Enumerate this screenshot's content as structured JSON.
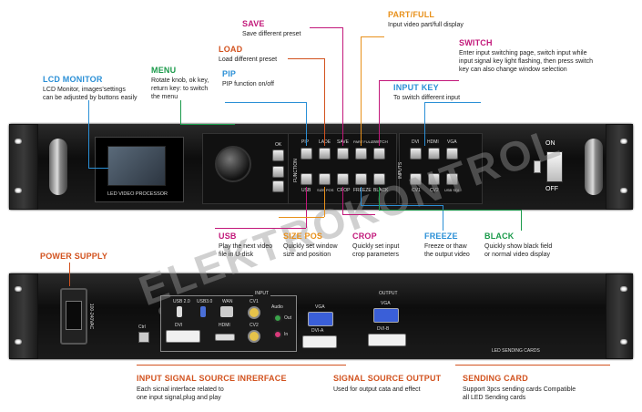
{
  "labels": {
    "lcd_monitor": {
      "title": "LCD MONITOR",
      "desc1": "LCD Monitor, images'settings",
      "desc2": "can be adjusted by buttons easily",
      "color": "#2a8fd6"
    },
    "menu": {
      "title": "MENU",
      "desc1": "Rotate knob, ok key,",
      "desc2": "return key: to switch",
      "desc3": "the menu",
      "color": "#1a9a4a"
    },
    "pip": {
      "title": "PIP",
      "desc1": "PIP function on/off",
      "color": "#2a8fd6"
    },
    "load": {
      "title": "LOAD",
      "desc1": "Load different preset",
      "color": "#d2521e"
    },
    "save": {
      "title": "SAVE",
      "desc1": "Save different preset",
      "color": "#c2187a"
    },
    "part_full": {
      "title": "PART/FULL",
      "desc1": "Input video part/full display",
      "color": "#e8901a"
    },
    "switch": {
      "title": "SWITCH",
      "desc1": "Enter input switching page,  switch input while",
      "desc2": "input signal key light flashing, then press switch",
      "desc3": "key can also change window selection",
      "color": "#c2187a"
    },
    "input_key": {
      "title": "INPUT KEY",
      "desc1": "To switch different input",
      "color": "#2a8fd6"
    },
    "usb": {
      "title": "USB",
      "desc1": "Play the next video",
      "desc2": "file in U-disk",
      "color": "#c2187a"
    },
    "size_pos": {
      "title": "SIZE POS",
      "desc1": "Quickly set window",
      "desc2": "size and position",
      "color": "#e8901a"
    },
    "crop": {
      "title": "CROP",
      "desc1": "Quickly set input",
      "desc2": "crop parameters",
      "color": "#c2187a"
    },
    "freeze": {
      "title": "FREEZE",
      "desc1": "Freeze or thaw",
      "desc2": "the output video",
      "color": "#2a8fd6"
    },
    "black": {
      "title": "BLACK",
      "desc1": "Quickly show black field",
      "desc2": "or normal video display",
      "color": "#1a9a4a"
    },
    "power_supply": {
      "title": "POWER SUPPLY",
      "color": "#d2521e"
    },
    "input_signal": {
      "title": "INPUT SIGNAL SOURCE INRERFACE",
      "desc1": "Each sicnal interface related to",
      "desc2": "one input signal,plug and play",
      "color": "#d2521e"
    },
    "signal_output": {
      "title": "SIGNAL SOURCE OUTPUT",
      "desc1": "Used for output cata and effect",
      "color": "#d2521e"
    },
    "sending_card": {
      "title": "SENDING CARD",
      "desc1": "Support 3pcs sending cards Compatible",
      "desc2": "all LED Sending cards",
      "color": "#d2521e"
    }
  },
  "front_panel": {
    "device_name": "LED VIDEO PROCESSOR",
    "function_label": "FUNCTION",
    "inputs_label": "INPUTS",
    "ok": "OK",
    "top_row": [
      "PIP",
      "LADE",
      "SAVE",
      "PART FULL",
      "SWITCH"
    ],
    "bottom_row": [
      "USB",
      "SIZE POS",
      "CROP",
      "FREEZE",
      "BLACK"
    ],
    "input_top": [
      "DVI",
      "HDMI",
      "VGA"
    ],
    "input_bottom": [
      "CV1",
      "CV2",
      "USB SDI"
    ],
    "power_on": "ON",
    "power_off": "OFF"
  },
  "rear_panel": {
    "voltage": "100-240VAC",
    "ctrl": "Ctrl",
    "input_tag": "INPUT",
    "output_tag": "OUTPUT",
    "usb2": "USB 2.0",
    "usb3": "USB3.0",
    "wan": "WAN",
    "cv1": "CV1",
    "cv2": "CV2",
    "dvi": "DVI",
    "hdmi": "HDMI",
    "audio": "Audio",
    "audio_out": "Out",
    "audio_in": "In",
    "vga_in": "VGA",
    "vga_out": "VGA",
    "dvi_a": "DVI-A",
    "dvi_b": "DVI-B",
    "led_cards": "LED SENDING CARDS"
  },
  "watermark": "ELEKTROKONTROL"
}
